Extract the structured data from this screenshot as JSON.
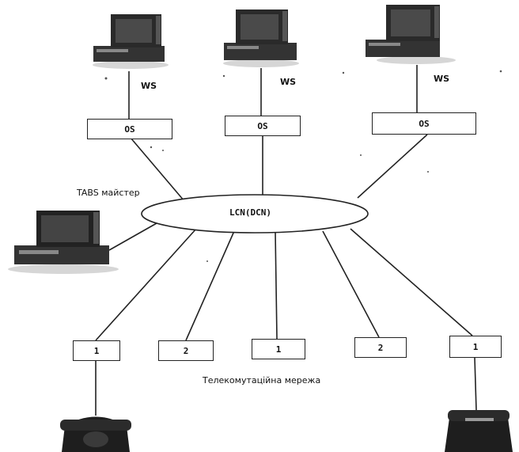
{
  "workstations": [
    {
      "label": "WS"
    },
    {
      "label": "WS"
    },
    {
      "label": "WS"
    }
  ],
  "os_boxes": [
    {
      "label": "OS"
    },
    {
      "label": "OS"
    },
    {
      "label": "OS"
    }
  ],
  "network": {
    "label": "LCN(DCN)"
  },
  "tabs_master": {
    "label": "TABS майстер"
  },
  "exchanges": [
    {
      "label": "1"
    },
    {
      "label": "2"
    },
    {
      "label": "1"
    },
    {
      "label": "2"
    },
    {
      "label": "1"
    }
  ],
  "telecom_network": {
    "label": "Телекомутаційна мережа"
  }
}
